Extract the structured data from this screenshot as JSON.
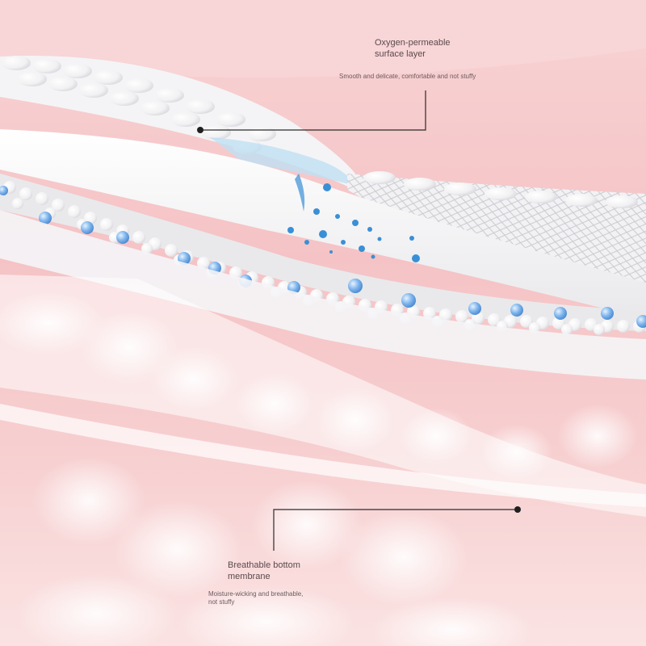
{
  "callouts": {
    "surface": {
      "title": "Oxygen-permeable\nsurface layer",
      "description": "Smooth and delicate, comfortable and not stuffy"
    },
    "bottom": {
      "title": "Breathable bottom\nmembrane",
      "description": "Moisture-wicking and breathable,\nnot stuffy"
    }
  },
  "colors": {
    "background": "#f6c9cb",
    "bead_white": "#ffffff",
    "bead_blue": "#6fa8e6",
    "water_splash": "#3a8fd6",
    "leader_line": "#2b2b2b"
  },
  "icons": {
    "leader_dot": "filled-circle"
  }
}
